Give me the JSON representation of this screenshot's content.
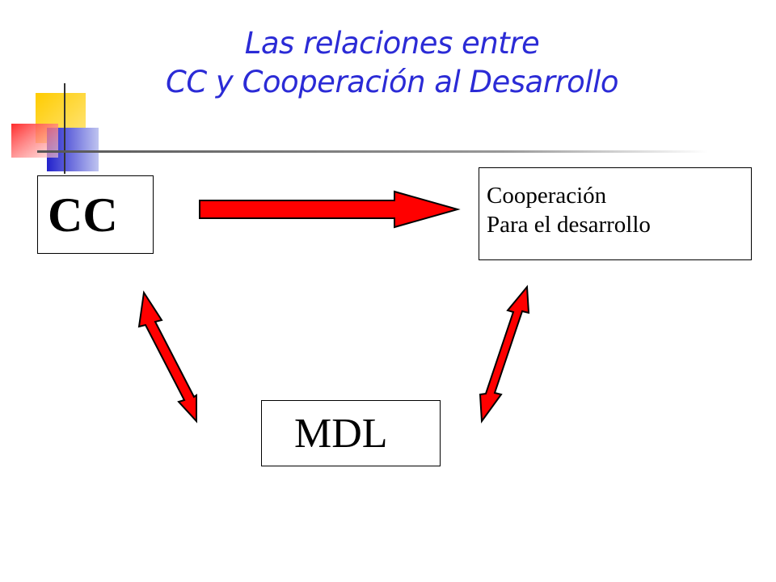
{
  "title": {
    "line1": "Las relaciones entre",
    "line2": "CC y Cooperación al Desarrollo"
  },
  "nodes": {
    "cc": "CC",
    "cooperacion_line1": "Cooperación",
    "cooperacion_line2": "Para el desarrollo",
    "mdl": "MDL"
  },
  "colors": {
    "title": "#2b2bd6",
    "arrow_fill": "#ff0000",
    "deco_yellow": "#ffcc00",
    "deco_blue": "#2b2bd6",
    "deco_red": "#ff3b3b"
  }
}
